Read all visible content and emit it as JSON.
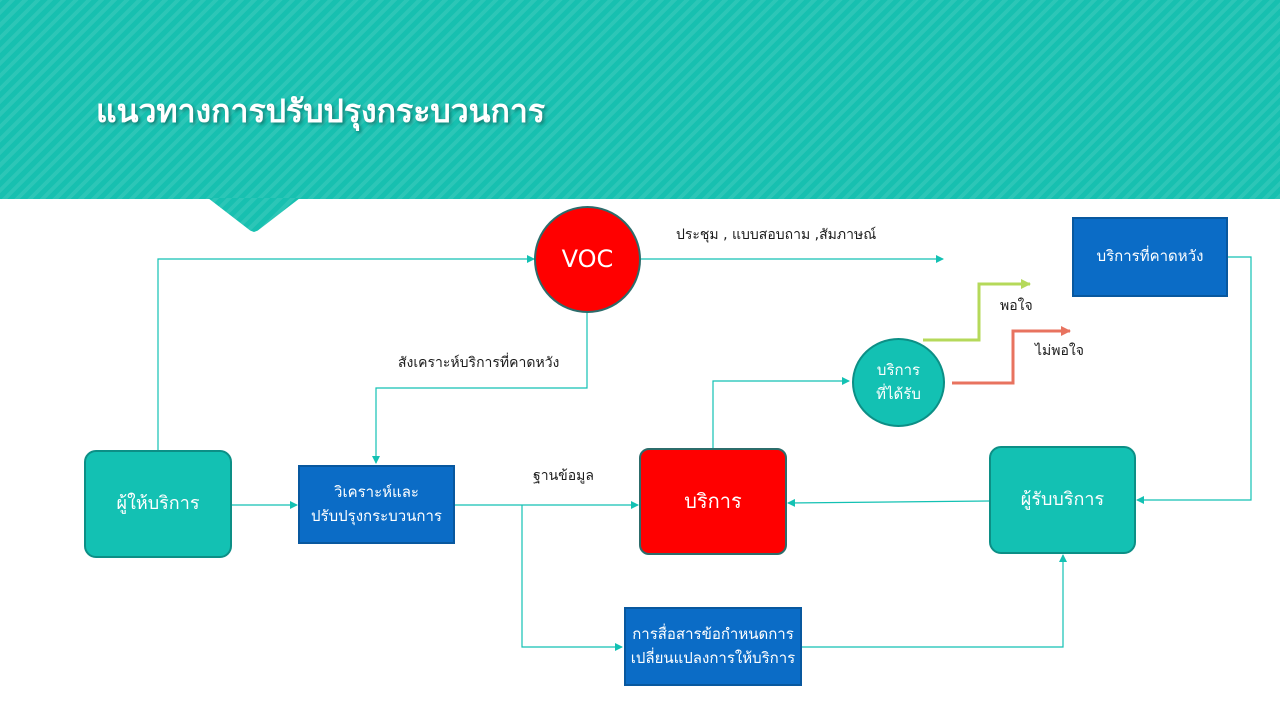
{
  "title": "แนวทางการปรับปรุงกระบวนการ",
  "colors": {
    "header": "#17c0b0",
    "teal": "#13c1b3",
    "blue": "#0b6cc6",
    "red": "#ff0000",
    "connector": "#13c1b3",
    "satisfied": "#b5d95a",
    "unsatisfied": "#e8735f"
  },
  "nodes": {
    "provider": "ผู้ให้บริการ",
    "analyze": [
      "วิเคราะห์และ",
      "ปรับปรุงกระบวนการ"
    ],
    "voc": "VOC",
    "service": "บริการ",
    "received": [
      "บริการ",
      "ที่ได้รับ"
    ],
    "receiver": "ผู้รับบริการ",
    "expected": "บริการที่คาดหวัง",
    "communicate": [
      "การสื่อสารข้อกำหนดการ",
      "เปลี่ยนแปลงการให้บริการ"
    ]
  },
  "labels": {
    "voc_methods": "ประชุม , แบบสอบถาม ,สัมภาษณ์",
    "synthesize": "สังเคราะห์บริการที่คาดหวัง",
    "database": "ฐานข้อมูล",
    "satisfied": "พอใจ",
    "unsatisfied": "ไม่พอใจ"
  }
}
